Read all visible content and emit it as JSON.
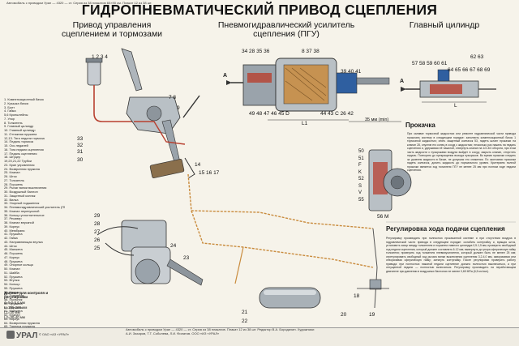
{
  "header": {
    "topline": "Автомобиль с приводом Урал — 4320 — ст. Серия из 38 плакатов 60×90 см. Плакат 12 из 38 шт.",
    "title": "ГИДРОПНЕВМАТИЧЕСКИЙ ПРИВОД СЦЕПЛЕНИЯ"
  },
  "sections": {
    "left_line1": "Привод управления",
    "left_line2": "сцеплением и тормозами",
    "center_line1": "Пневмогидравлический усилитель",
    "center_line2": "сцепления (ПГУ)",
    "right": "Главный цилиндр"
  },
  "callouts": {
    "left_top": "1 2 3 4",
    "left_mid": "7 8",
    "left_mid2": "9",
    "left_33": "33",
    "left_32": "32",
    "left_31": "31",
    "left_30": "30",
    "left_14": "14",
    "left_15_16_17": "15   16   17",
    "left_29_25": "29\n28\n27\n26\n25",
    "left_24": "24",
    "left_23": "23",
    "bottom_21": "21",
    "bottom_22": "22",
    "bottom_20": "20",
    "bottom_19": "19",
    "bottom_18": "18",
    "pgu_top": "34 28 35 36",
    "pgu_top2": "8 37 38",
    "pgu_top3": "39 40 41",
    "pgu_bottom": "49 48 47 46 45 D",
    "pgu_bottom2": "44 43 C 26 42",
    "pgu_L1": "L1",
    "pgu_35mm": "35 мм (min)",
    "pgu_A": "A",
    "mc_top1": "57 58 59 60 61",
    "mc_top2": "62 63",
    "mc_top3": "64 65 66 67 68 69",
    "mc_A": "A",
    "mc_L": "L",
    "vb_side": "50\n51\nF\nK\n52\nS\nV\n55",
    "vb_56": "56 M"
  },
  "legend": [
    "1. Компенсационный бачок",
    "2. Крышка бачка",
    "3. Болт",
    "4. Гайка",
    "5,6 Кронштейны",
    "7. Упор",
    "8. Толкатель",
    "9. Главный цилиндр",
    "10. Главный цилиндр",
    "11. Оттяжная пружина",
    "12,13. Тяги педали тормоза",
    "14. Педаль тормоза",
    "15. Ось педалей",
    "16. Тяга педали сцепления",
    "17. Педаль сцепления",
    "18. Штуцер",
    "19,20,21,22 Трубки",
    "23. Кран управления",
    "24. Возвратная пружина",
    "25. Клапан",
    "26. Шток",
    "27. Толкатель",
    "28. Поршень",
    "29. Рычаг вилки выключения",
    "30. Воздушный баллон",
    "31. Защитный колпак",
    "32. Вилка",
    "33. Упорный подшипник",
    "34. Пневмогидравлический усилитель (ПГУ)",
    "35. Клапан перепускной",
    "36. Кольцо уплотнительное",
    "37. Ресивер",
    "38. Клапан впускной",
    "39. Корпус",
    "40. Мембрана",
    "41. Пружина",
    "42. Гайка",
    "43. Направляющая втулка",
    "44. Шток",
    "45. Манжета",
    "46. Поршень",
    "47. Корпус",
    "48. Пружина",
    "49. Опорное кольцо",
    "50. Клапан",
    "51. Шайба",
    "52. Пружина",
    "53. Втулка",
    "54. Кольцо",
    "55. Пружина",
    "56. Клапан",
    "57. Толкатель",
    "58. Пыльник",
    "59. Пружина",
    "60. Поршень",
    "61. Манжета",
    "62. Клапан",
    "63. Корпус",
    "64. Возвратная пружина",
    "65. Тарелка пружины",
    "66. Кольцо",
    "67. Заглушка",
    "68. Манжета",
    "69. Поршень"
  ],
  "data_box": {
    "head": "Данные для контроля и регулировки",
    "v1": "d=5,0-5,6 мм",
    "v2": "L=185-200 мм",
    "v3": "L1=30 мм",
    "v4": "L2=30-40 мм"
  },
  "prokachka": {
    "head": "Прокачка",
    "text": "При заливке тормозной жидкостью или ремонте гидравлической части привода прокачать систему в следующем порядке: заполнить компенсационный бачок 1 тормозной жидкостью; снять защитный колпачок 53, надеть шланг прокачки на клапан 28, опустив его конец в сосуд с жидкостью; несколько раз нажать на педаль сцепления и, удерживая её нажатой, отвернуть клапан на 1/2-3/4 оборота, при этом часть жидкости с пузырьками воздуха выйдет в сосуд; закрыть клапан, отпустить педаль. Повторять до прекращения выхода пузырьков. Во время прокачки следить за уровнем жидкости в бачке, не допуская его снижения. По окончании прокачки надеть колпачок, долить жидкость до нормального уровня. Критерием полной прокачки является ход толкателя ПГУ не менее 25 мм при полном ходе педали сцепления."
  },
  "regulirovka": {
    "head": "Регулировка хода подачи сцепления",
    "text": "Регулировку производить при полностью прокачанной системе и при отсутствии воздуха в гидравлической части привода в следующем порядке: ослабить контргайку и, вращая шток, установить зазор между толкателем и поршнем главного цилиндра 0,5-1,5 мм; проверить свободный ход педали сцепления, который должен составлять 6-12 мм; вывернуть до упора сферическую гайку толкателя; проверить ход толкателя пневмоусилителя, который должен быть не менее 25 мм; отрегулировать свободный ход рычага вилки выключения сцепления 3,2-4,0 мм, заворачивая или отворачивая сферическую гайку; затянуть контргайку. После регулировки проверить работу привода: при полностью нажатой педали сцепление должно полностью выключаться, а при отпущенной педали — полностью включаться. Регулировку производить на неработающем двигателе при давлении в воздушных баллонах не менее 0,65 МПа (6,5 кгс/см²)."
  },
  "footer": {
    "brand": "УРАЛ",
    "left_text": "© ОАО «АЗ «УРАЛ»",
    "credits": "Автомобиль с приводом Урал — 4320 — ст. Серия из 38 плакатов. Плакат 12 из 38 шт. Редактор В.А. Бородихин. Художники: А.И. Захаров, Т.Т. Соболева, Л.И. Филатов. ООО «ИЗ «УРАЛ»"
  },
  "colors": {
    "background": "#f6f3ea",
    "metal": "#9aa3ab",
    "dark_metal": "#5c646b",
    "pipe_orange": "#c98b3d",
    "fluid_red": "#b84030",
    "hydraulic_blue": "#2f5fa0"
  }
}
